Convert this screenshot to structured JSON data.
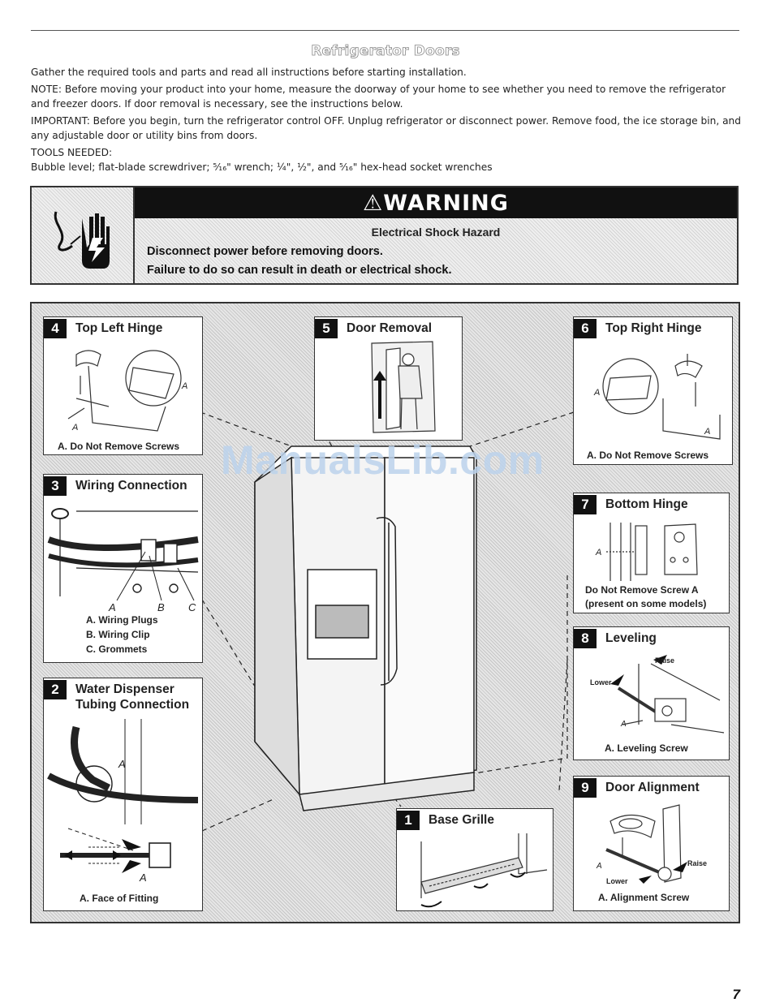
{
  "page": {
    "title": "Refrigerator Doors",
    "intro": {
      "p1": "Gather the required tools and parts and read all instructions before starting installation.",
      "p2": "NOTE: Before moving your product into your home, measure the doorway of your home to see whether you need to remove the refrigerator and freezer doors. If door removal is necessary, see the instructions below.",
      "p3": "IMPORTANT: Before you begin, turn the refrigerator control OFF. Unplug refrigerator or disconnect power. Remove food, the ice storage bin, and any adjustable door or utility bins from doors.",
      "tools_label": "TOOLS NEEDED:",
      "tools": "Bubble level; flat-blade screwdriver; ⁵⁄₁₆\" wrench; ¼\", ½\", and ⁵⁄₁₆\" hex-head socket wrenches"
    },
    "page_number": "7",
    "watermark": "ManualsLib.com"
  },
  "warning": {
    "heading": "⚠WARNING",
    "subheading": "Electrical Shock Hazard",
    "line1": "Disconnect power before removing doors.",
    "line2": "Failure to do so can result in death or electrical shock."
  },
  "steps": {
    "s4": {
      "num": "4",
      "title": "Top Left Hinge",
      "caption": "A. Do Not Remove Screws",
      "marker": "A"
    },
    "s5": {
      "num": "5",
      "title": "Door Removal"
    },
    "s6": {
      "num": "6",
      "title": "Top Right Hinge",
      "caption": "A. Do Not Remove Screws",
      "marker": "A"
    },
    "s3": {
      "num": "3",
      "title": "Wiring Connection",
      "markers": [
        "A",
        "B",
        "C"
      ],
      "caption1": "A. Wiring Plugs",
      "caption2": "B. Wiring Clip",
      "caption3": "C. Grommets"
    },
    "s7": {
      "num": "7",
      "title": "Bottom Hinge",
      "marker": "A",
      "caption1": "Do Not Remove Screw A",
      "caption2": "(present on some models)"
    },
    "s8": {
      "num": "8",
      "title": "Leveling",
      "raise": "Raise",
      "lower": "Lower",
      "marker": "A",
      "caption": "A. Leveling Screw"
    },
    "s2": {
      "num": "2",
      "title1": "Water Dispenser",
      "title2": "Tubing Connection",
      "marker": "A",
      "caption": "A. Face of Fitting"
    },
    "s1": {
      "num": "1",
      "title": "Base Grille"
    },
    "s9": {
      "num": "9",
      "title": "Door Alignment",
      "raise": "Raise",
      "lower": "Lower",
      "marker": "A",
      "caption": "A. Alignment Screw"
    }
  }
}
